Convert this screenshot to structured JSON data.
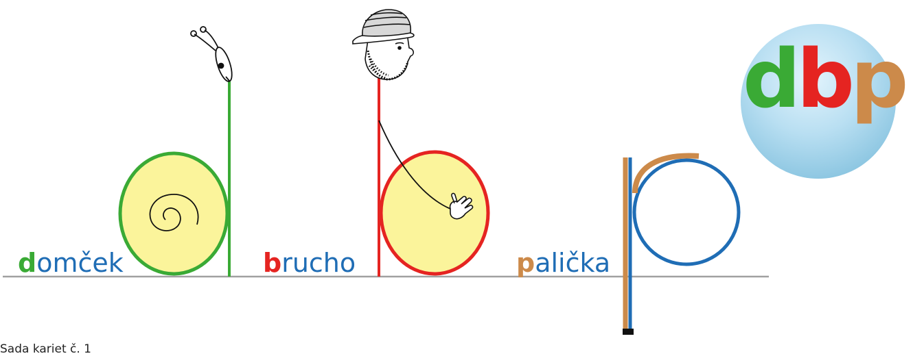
{
  "words": [
    {
      "first": "d",
      "rest": "omček",
      "first_color": "#3aaa35",
      "rest_color": "#1f6db5"
    },
    {
      "first": "b",
      "rest": "rucho",
      "first_color": "#e52421",
      "rest_color": "#1f6db5"
    },
    {
      "first": "p",
      "rest": "alička",
      "first_color": "#cc8a4a",
      "rest_color": "#1f6db5"
    }
  ],
  "badge": {
    "letters": [
      {
        "char": "d",
        "color": "#3aaa35"
      },
      {
        "char": "b",
        "color": "#e52421"
      },
      {
        "char": "p",
        "color": "#cc8a4a"
      }
    ]
  },
  "footer": {
    "text": "Sada kariet č. 1"
  },
  "icons": [
    "snail-icon",
    "bearded-man-icon",
    "hand-icon",
    "snail-shell-spiral-icon"
  ],
  "colors": {
    "green": "#3aaa35",
    "red": "#e52421",
    "orange": "#cc8a4a",
    "blue": "#1f6db5",
    "yellow": "#fbf49b",
    "baseline": "#a0a0a0"
  }
}
